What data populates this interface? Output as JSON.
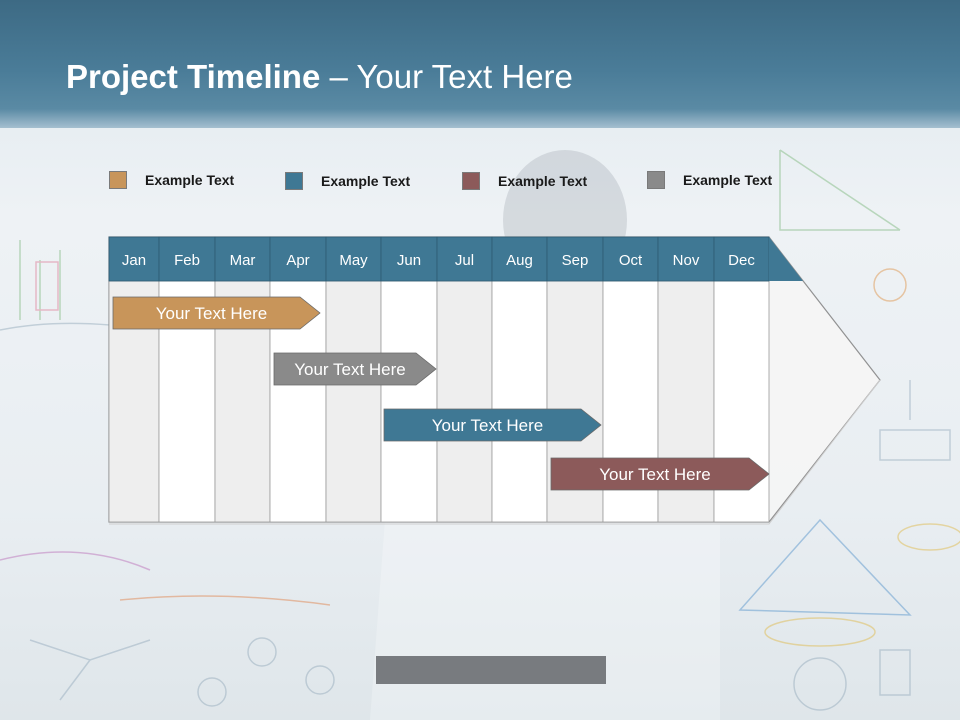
{
  "slide": {
    "title_bold": "Project Timeline",
    "title_rest": " – Your Text Here"
  },
  "legend": [
    {
      "label": "Example Text",
      "color": "#c8955a"
    },
    {
      "label": "Example Text",
      "color": "#3f7894"
    },
    {
      "label": "Example Text",
      "color": "#8c5a5a"
    },
    {
      "label": "Example Text",
      "color": "#8a8a8a"
    }
  ],
  "timeline": {
    "months": [
      "Jan",
      "Feb",
      "Mar",
      "Apr",
      "May",
      "Jun",
      "Jul",
      "Aug",
      "Sep",
      "Oct",
      "Nov",
      "Dec"
    ],
    "header_color": "#3f7894",
    "tasks": [
      {
        "label": "Your  Text Here",
        "start": "Jan",
        "end": "Apr",
        "color": "#c8955a"
      },
      {
        "label": "Your  Text Here",
        "start": "Apr",
        "end": "Jun",
        "color": "#8a8a8a"
      },
      {
        "label": "Your  Text Here",
        "start": "Jun",
        "end": "Sep",
        "color": "#3f7894"
      },
      {
        "label": "Your  Text Here",
        "start": "Sep",
        "end": "Dec",
        "color": "#8c5a5a"
      }
    ]
  }
}
